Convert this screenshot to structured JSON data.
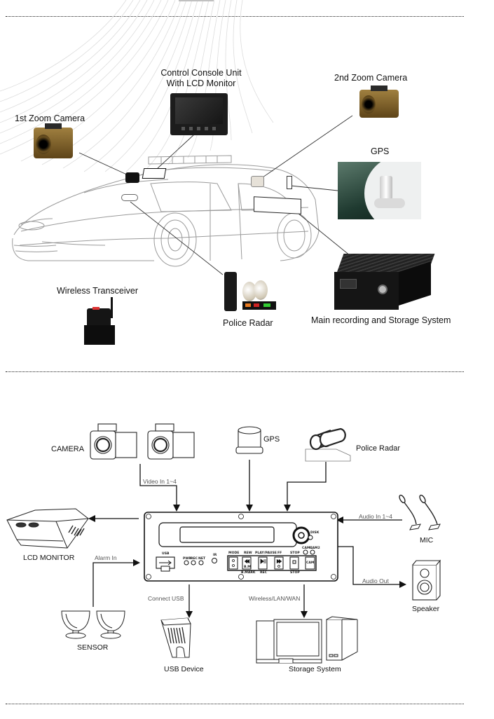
{
  "top_section": {
    "title": "Vehicle installation overview",
    "labels": {
      "console": [
        "Control Console Unit",
        "With LCD Monitor"
      ],
      "camera1": "1st Zoom Camera",
      "camera2": "2nd Zoom Camera",
      "gps": "GPS",
      "wireless": "Wireless Transceiver",
      "radar": "Police Radar",
      "main_system": "Main recording and Storage System"
    }
  },
  "bottom_section": {
    "title": "System connection diagram",
    "devices": {
      "camera": "CAMERA",
      "gps": "GPS",
      "radar": "Police Radar",
      "lcd_monitor": "LCD MONITOR",
      "mic": "MIC",
      "speaker": "Speaker",
      "sensor": "SENSOR",
      "usb_device": "USB Device",
      "storage": "Storage System"
    },
    "connections": {
      "video_in": "Video In 1~4",
      "audio_in": "Audio In 1~4",
      "alarm_in": "Alarm In",
      "audio_out": "Audio Out",
      "connect_usb": "Connect USB",
      "network": "Wireless/LAN/WAN"
    },
    "panel": {
      "usb": "USB",
      "pwr": "PWR",
      "rec": "REC",
      "net": "NET",
      "ir": "IR",
      "mode": "MODE",
      "rew": "REW",
      "play_pause": "PLAY/PAUSE",
      "ff": "FF",
      "stop_top": "STOP",
      "bmark": "B.MARK",
      "bm": "B.M",
      "rec_bottom": "REC",
      "stop_bottom": "STOP",
      "disk": "DISK",
      "cam1": "CAM1",
      "cam2": "CAM2",
      "cam": "CAM"
    }
  },
  "colors": {
    "line": "#222222",
    "divider": "#222222",
    "camera_gold": "#8a6a2e",
    "device_black": "#1a1a1a",
    "gps_glass": "#3a5a4e"
  }
}
